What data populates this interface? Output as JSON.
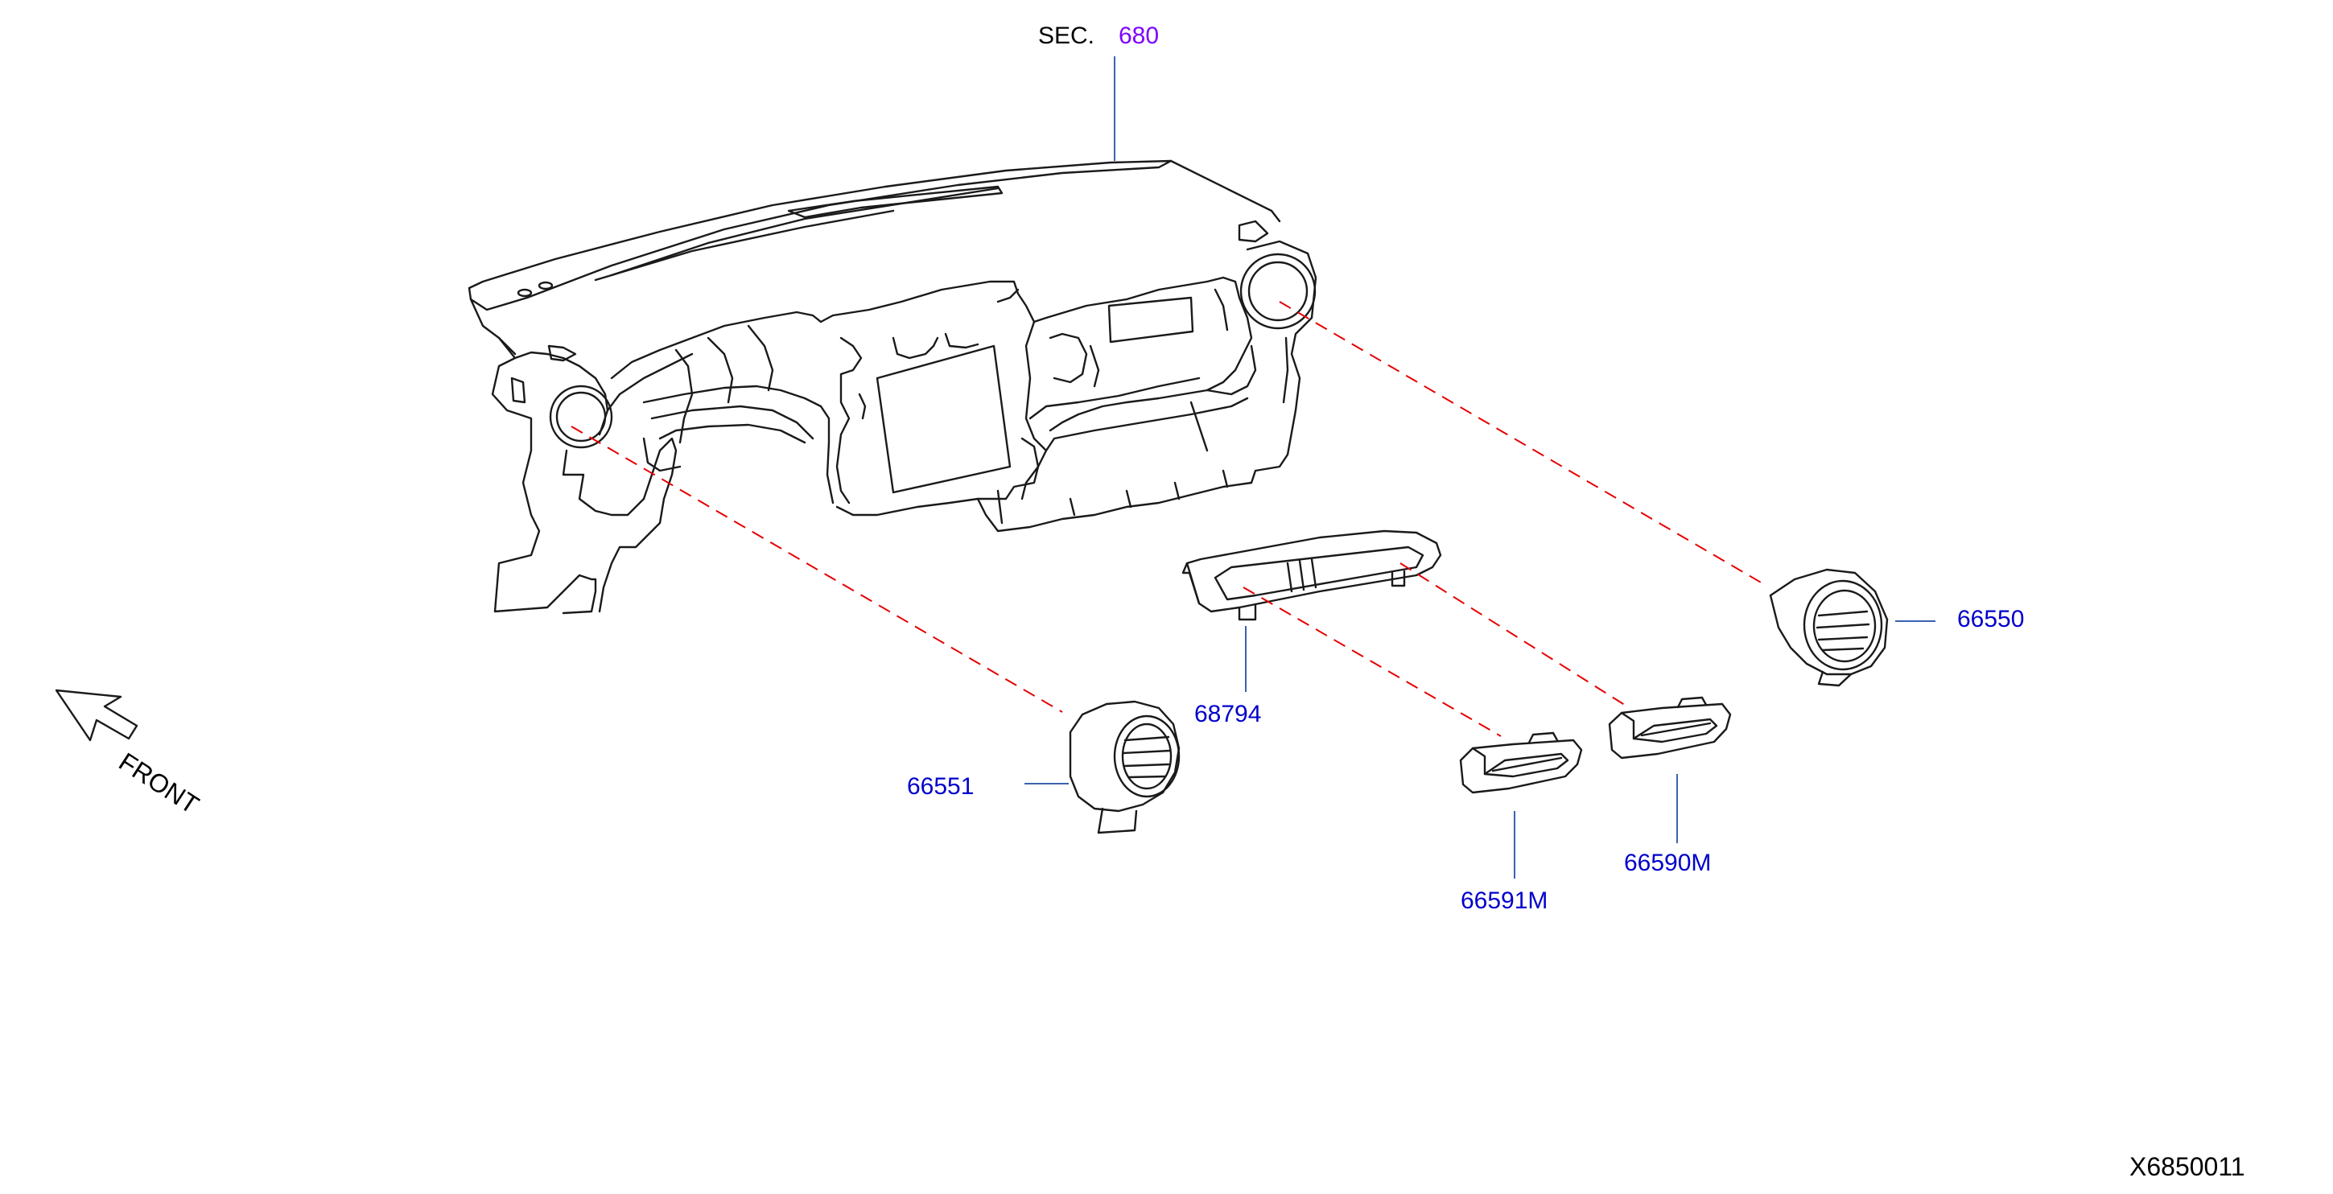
{
  "header": {
    "sec_prefix": "SEC.",
    "sec_ref": "680"
  },
  "front_label": "FRONT",
  "parts": [
    {
      "id": "66550",
      "label": "66550"
    },
    {
      "id": "66551",
      "label": "66551"
    },
    {
      "id": "68794",
      "label": "68794"
    },
    {
      "id": "66591M",
      "label": "66591M"
    },
    {
      "id": "66590M",
      "label": "66590M"
    }
  ],
  "diagram_code": "X6850011",
  "colors": {
    "part_link": "#0000cc",
    "section_link": "#7f00ff",
    "explode_line": "#e60000",
    "leader_line": "#3a62b0"
  },
  "icons": {
    "front_arrow": "front-arrow-icon"
  }
}
